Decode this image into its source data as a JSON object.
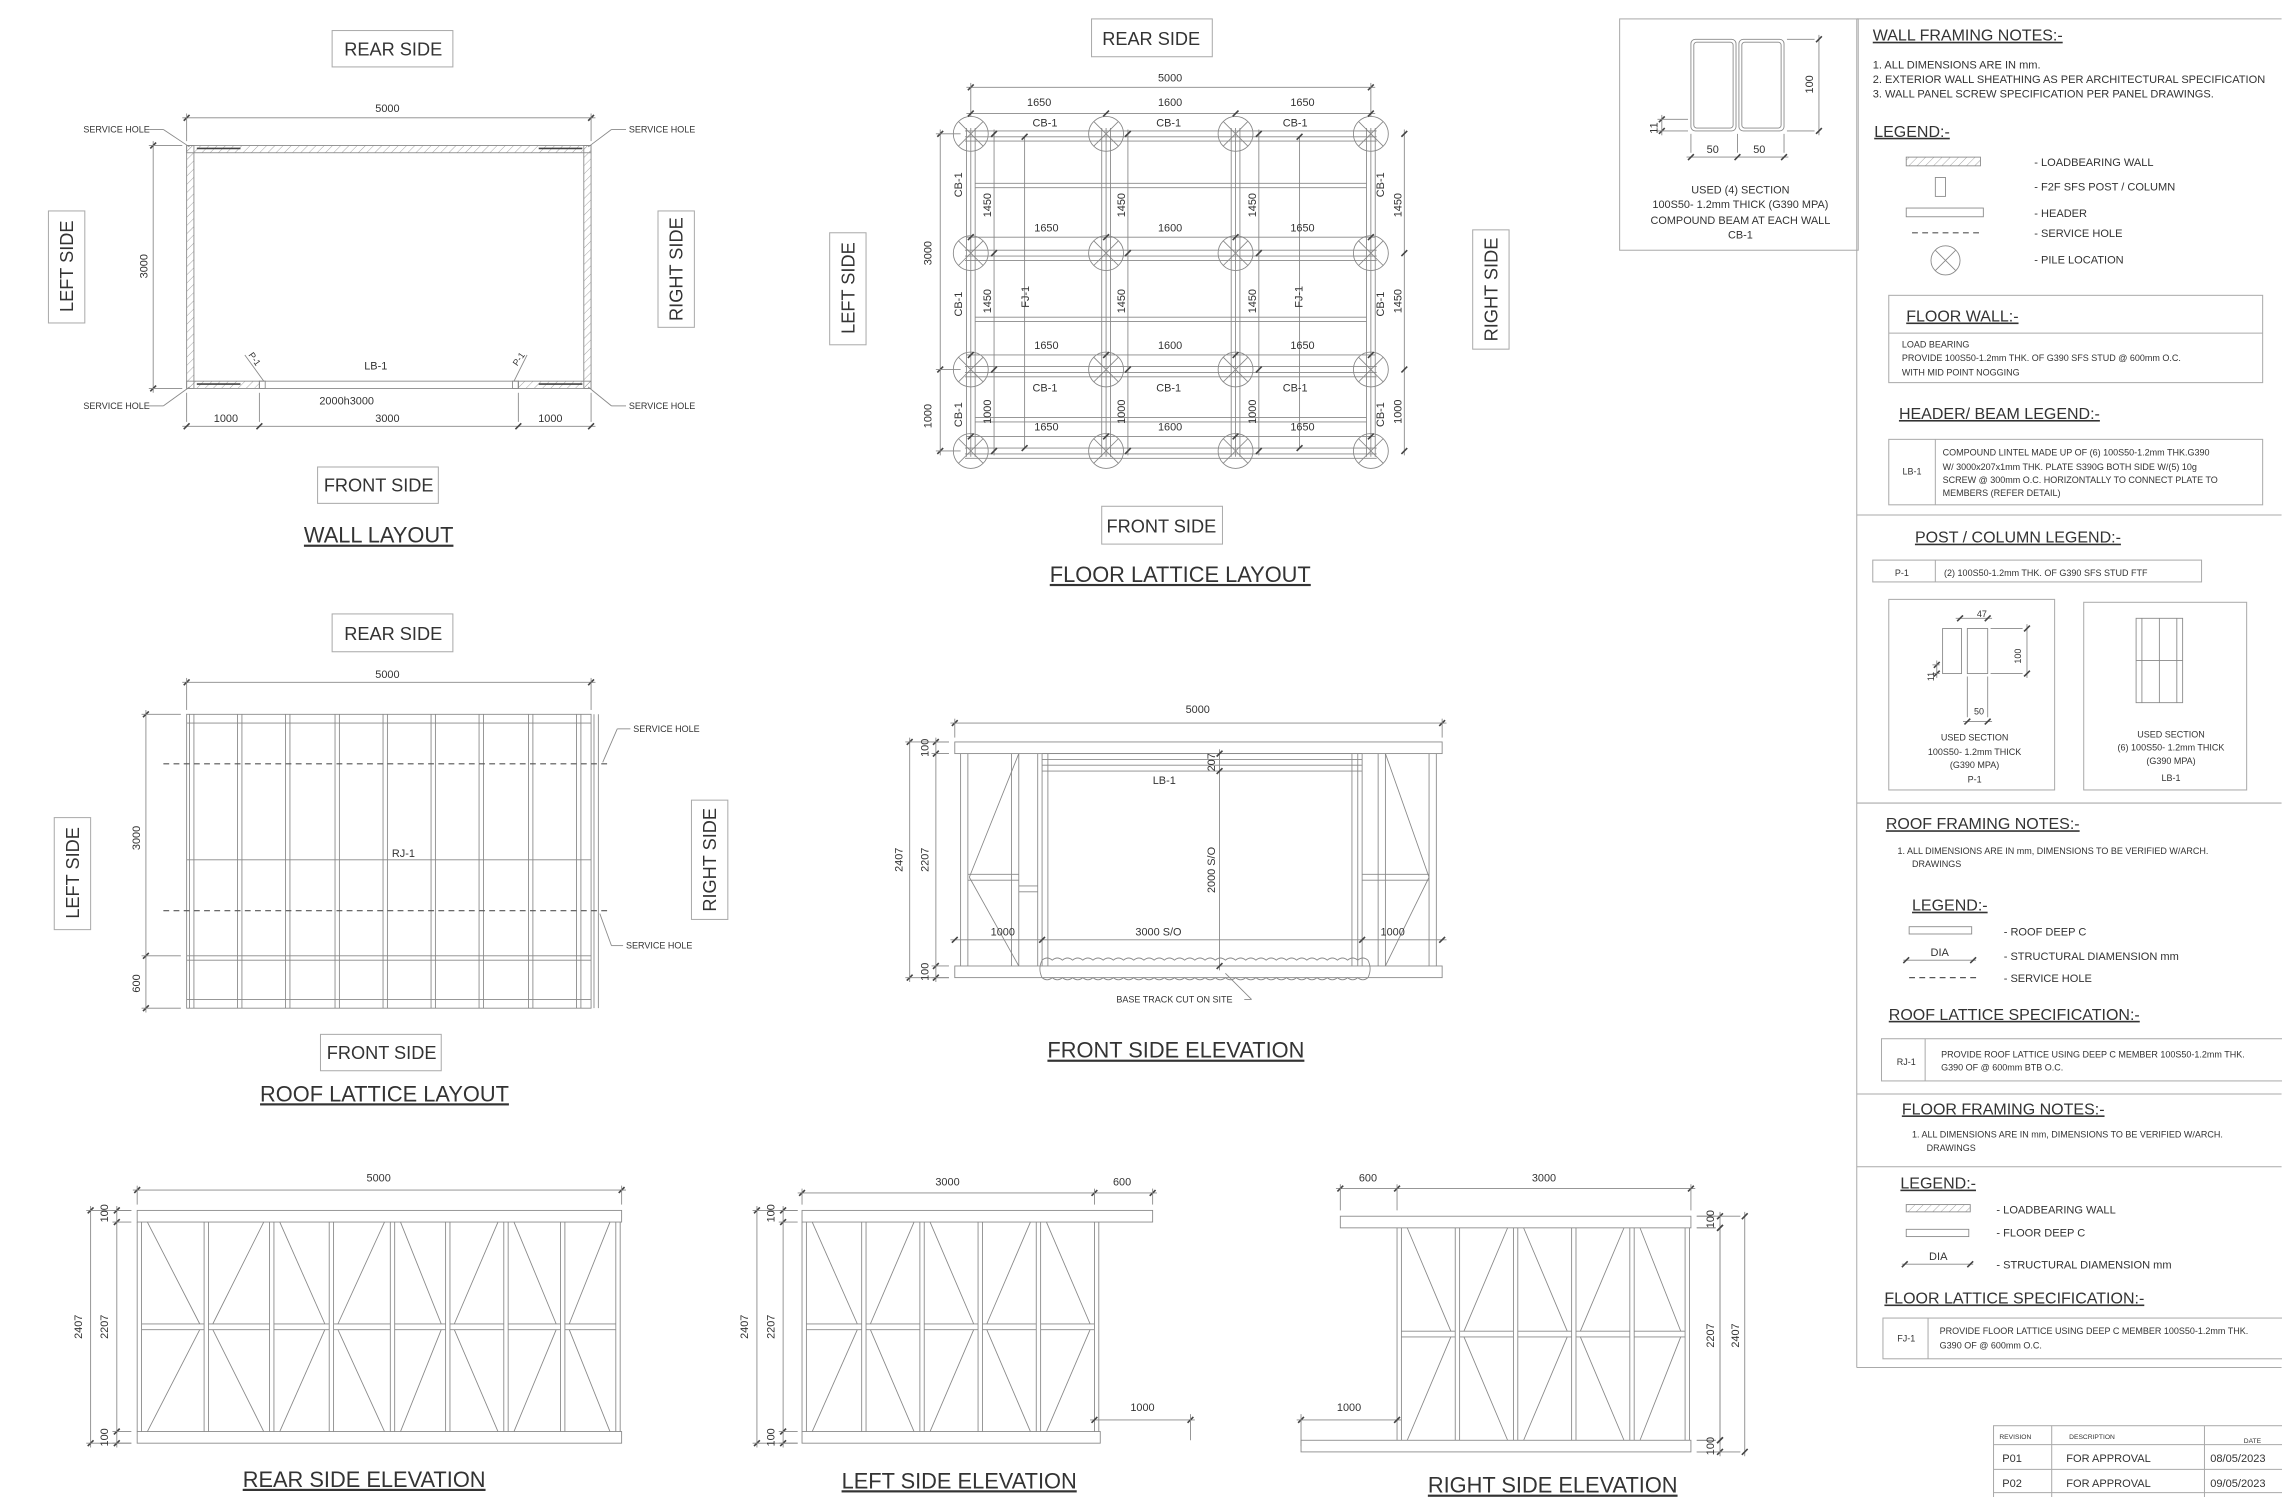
{
  "wall_layout": {
    "rear": "REAR SIDE",
    "front": "FRONT SIDE",
    "left": "LEFT SIDE",
    "right": "RIGHT SIDE",
    "title": "WALL LAYOUT",
    "dim_width": "5000",
    "dim_depth": "3000",
    "dim_bottom": [
      "1000",
      "3000",
      "1000"
    ],
    "opening": "2000h3000",
    "lintel": "LB-1",
    "post": "P-1",
    "service_hole": "SERVICE HOLE"
  },
  "floor_lattice": {
    "rear": "REAR SIDE",
    "front": "FRONT SIDE",
    "left": "LEFT SIDE",
    "right": "RIGHT SIDE",
    "title": "FLOOR LATTICE LAYOUT",
    "dim_width": "5000",
    "spans": [
      "1650",
      "1600",
      "1650"
    ],
    "dim_depth": "3000",
    "bays": [
      "1450",
      "1450",
      "1000"
    ],
    "beam": "CB-1",
    "joist": "FJ-1"
  },
  "roof_lattice": {
    "rear": "REAR SIDE",
    "front": "FRONT SIDE",
    "left": "LEFT SIDE",
    "right": "RIGHT SIDE",
    "title": "ROOF LATTICE LAYOUT",
    "dim_width": "5000",
    "dim_depth": "3000",
    "dim_overhang": "600",
    "joist": "RJ-1",
    "service_hole": "SERVICE HOLE"
  },
  "front_elevation": {
    "title": "FRONT SIDE ELEVATION",
    "width": "5000",
    "total_h": "2407",
    "wall_h": "2207",
    "plate": "100",
    "header": "207",
    "lintel": "LB-1",
    "opening_h": "2000  S/O",
    "opening_w": "3000  S/O",
    "side": "1000",
    "note": "BASE TRACK CUT ON SITE"
  },
  "rear_elevation": {
    "title": "REAR SIDE ELEVATION",
    "width": "5000",
    "total_h": "2407",
    "wall_h": "2207",
    "plate": "100"
  },
  "left_elevation": {
    "title": "LEFT SIDE ELEVATION",
    "width": "3000",
    "overhang": "600",
    "side": "1000",
    "total_h": "2407",
    "wall_h": "2207",
    "plate": "100"
  },
  "right_elevation": {
    "title": "RIGHT SIDE ELEVATION",
    "width": "3000",
    "overhang": "600",
    "side": "1000",
    "total_h": "2407",
    "wall_h": "2207",
    "plate": "100"
  },
  "cb_section": {
    "dim_height": "100",
    "dim_lip": "11",
    "dim_flange": "50",
    "caption": [
      "USED (4) SECTION",
      "100S50- 1.2mm THICK (G390 MPA)",
      "COMPOUND BEAM AT  EACH WALL",
      "CB-1"
    ]
  },
  "notes": {
    "wall_framing": {
      "title": "WALL FRAMING NOTES:-",
      "items": [
        "1.  ALL DIMENSIONS ARE IN mm.",
        "2.  EXTERIOR WALL SHEATHING AS PER ARCHITECTURAL SPECIFICATION",
        "3.  WALL PANEL SCREW SPECIFICATION PER PANEL DRAWINGS."
      ]
    },
    "legend": {
      "title": "LEGEND:-",
      "items": [
        "- LOADBEARING WALL",
        "-  F2F SFS POST / COLUMN",
        "-  HEADER",
        "-  SERVICE HOLE",
        "-  PILE LOCATION"
      ]
    },
    "floor_wall": {
      "title": "FLOOR WALL:-",
      "body": [
        "LOAD BEARING",
        "PROVIDE 100S50-1.2mm THK. OF G390  SFS STUD  @ 600mm O.C.",
        "WITH MID POINT NOGGING"
      ]
    },
    "header_beam": {
      "title": "HEADER/  BEAM LEGEND:-",
      "code": "LB-1",
      "desc": [
        "COMPOUND LINTEL MADE UP OF (6) 100S50-1.2mm THK.G390",
        "W/ 3000x207x1mm THK. PLATE S390G BOTH SIDE W/(5) 10g",
        "SCREW @ 300mm O.C. HORIZONTALLY TO CONNECT PLATE TO",
        "MEMBERS (REFER DETAIL)"
      ]
    },
    "post_column": {
      "title": "POST / COLUMN LEGEND:-",
      "code": "P-1",
      "desc": "(2) 100S50-1.2mm THK. OF G390  SFS STUD FTF",
      "dims": {
        "width": "47",
        "height": "100",
        "lip": "11",
        "flange": "50"
      },
      "section_p1": [
        "USED SECTION",
        "100S50- 1.2mm THICK",
        "(G390 MPA)",
        "P-1"
      ],
      "section_lb1": [
        "USED SECTION",
        "(6) 100S50- 1.2mm THICK",
        "(G390 MPA)",
        "LB-1"
      ]
    },
    "roof_framing": {
      "title": "ROOF FRAMING NOTES:-",
      "items": [
        "1.  ALL DIMENSIONS ARE IN mm, DIMENSIONS TO BE VERIFIED W/ARCH.",
        "DRAWINGS"
      ],
      "legend_title": "LEGEND:-",
      "legend": [
        "-  ROOF DEEP C",
        "-  STRUCTURAL DIAMENSION mm",
        "-  SERVICE HOLE"
      ],
      "dia": "DIA",
      "spec_title": "ROOF LATTICE  SPECIFICATION:-",
      "code": "RJ-1",
      "desc": [
        "PROVIDE  ROOF LATTICE USING DEEP C MEMBER 100S50-1.2mm THK.",
        "G390 OF @ 600mm BTB O.C."
      ]
    },
    "floor_framing": {
      "title": "FLOOR FRAMING NOTES:-",
      "items": [
        "1.  ALL DIMENSIONS ARE IN mm, DIMENSIONS TO BE VERIFIED W/ARCH.",
        "DRAWINGS"
      ],
      "legend_title": "LEGEND:-",
      "legend": [
        "- LOADBEARING WALL",
        "-  FLOOR DEEP C",
        "-  STRUCTURAL DIAMENSION mm"
      ],
      "dia": "DIA",
      "spec_title": "FLOOR LATTICE  SPECIFICATION:-",
      "code": "FJ-1",
      "desc": [
        "PROVIDE  FLOOR LATTICE USING DEEP C MEMBER 100S50-1.2mm THK.",
        "G390 OF @ 600mm O.C."
      ]
    }
  },
  "revisions": {
    "headers": [
      "REVISION",
      "DESCRIPTION",
      "DATE"
    ],
    "rows": [
      {
        "rev": "P01",
        "desc": "FOR APPROVAL",
        "date": "08/05/2023"
      },
      {
        "rev": "P02",
        "desc": "FOR APPROVAL",
        "date": "09/05/2023"
      }
    ]
  }
}
